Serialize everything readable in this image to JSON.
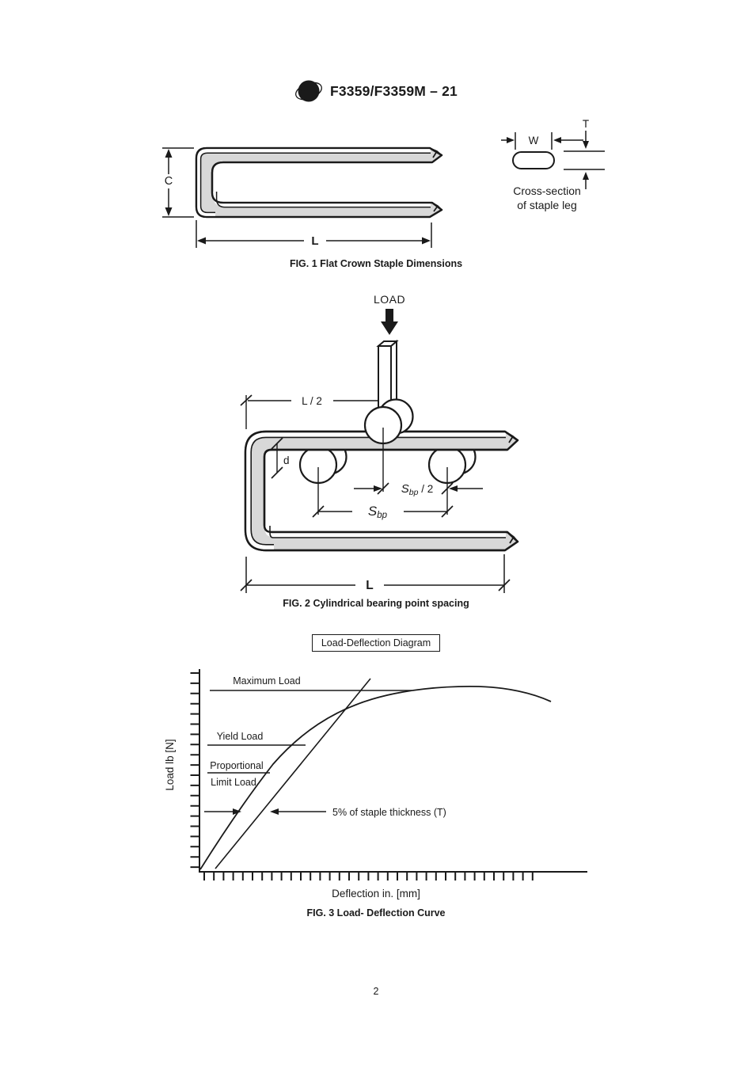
{
  "page": {
    "number": "2"
  },
  "header": {
    "designation": "F3359/F3359M – 21",
    "logo_alt": "ASTM"
  },
  "colors": {
    "ink": "#1a1a1a",
    "staple_fill": "#d8d8d8",
    "paper": "#ffffff"
  },
  "fig1": {
    "caption": "FIG. 1 Flat Crown Staple Dimensions",
    "dim_crown": "C",
    "dim_length": "L",
    "cross_section": {
      "dim_width": "W",
      "dim_thickness": "T",
      "caption_line1": "Cross-section",
      "caption_line2": "of staple leg"
    }
  },
  "fig2": {
    "caption": "FIG. 2 Cylindrical bearing point spacing",
    "load_label": "LOAD",
    "dim_half_length": "L / 2",
    "dim_d": "d",
    "dim_length": "L",
    "dim_sbp": {
      "symbol": "S",
      "subscript": "bp",
      "suffix": ""
    },
    "dim_sbp_half": {
      "symbol": "S",
      "subscript": "bp",
      "suffix": " / 2"
    }
  },
  "fig3": {
    "title_box": "Load-Deflection Diagram",
    "caption": "FIG. 3 Load- Deflection Curve",
    "xlabel": "Deflection in. [mm]",
    "ylabel": "Load lb [N]",
    "annotations": {
      "maximum_load": "Maximum Load",
      "yield_load": "Yield Load",
      "proportional_line1": "Proportional",
      "proportional_line2": "Limit Load",
      "offset_note": "5% of staple thickness (T)"
    }
  },
  "chart_data": {
    "type": "line",
    "title": "Load-Deflection Diagram",
    "xlabel": "Deflection in. [mm]",
    "ylabel": "Load lb [N]",
    "axis_tick_labels": "none (unlabeled tick marks only)",
    "series": [
      {
        "name": "load-deflection curve",
        "shape": "rises from origin, bends over, peaks at Maximum Load level, slight decline"
      },
      {
        "name": "5% offset line",
        "shape": "straight line offset from origin by 5% of staple thickness (T), crosses curve at Yield Load"
      }
    ],
    "reference_levels": [
      "Maximum Load",
      "Yield Load",
      "Proportional Limit Load"
    ]
  }
}
